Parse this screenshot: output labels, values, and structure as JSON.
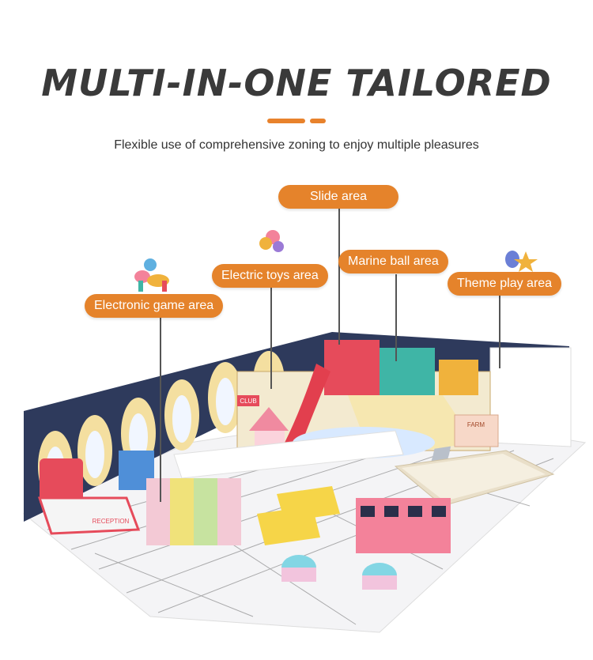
{
  "header": {
    "title": "MULTI-IN-ONE TAILORED",
    "subtitle": "Flexible use of comprehensive zoning to enjoy multiple pleasures"
  },
  "zones": [
    {
      "label": "Slide area"
    },
    {
      "label": "Marine ball area"
    },
    {
      "label": "Electric toys area"
    },
    {
      "label": "Theme play area"
    },
    {
      "label": "Electronic game area"
    }
  ],
  "signs": {
    "reception": "RECEPTION",
    "club": "CLUB",
    "farm": "FARM"
  },
  "colors": {
    "accent": "#e5832b",
    "title": "#3a3a3a",
    "wall": "#2e3a5c"
  }
}
